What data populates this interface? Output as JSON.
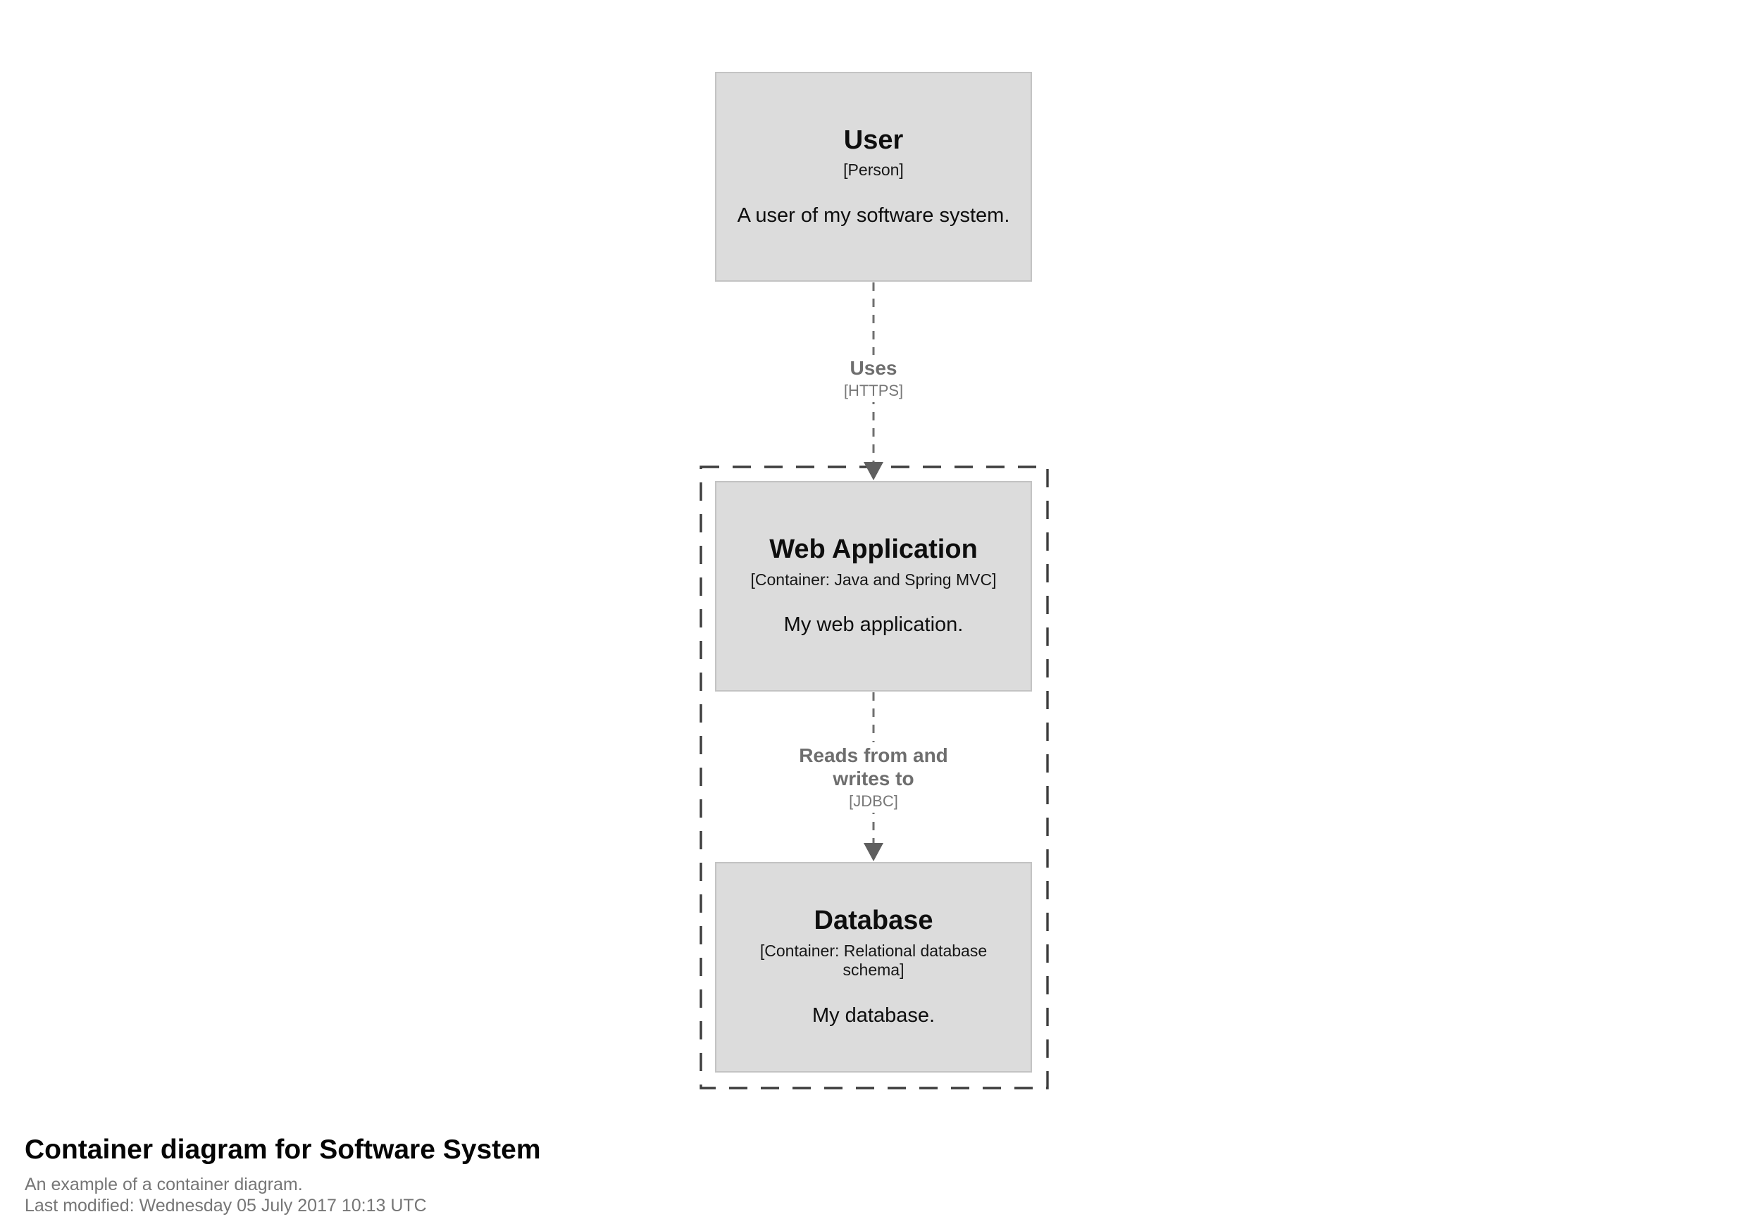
{
  "diagram": {
    "nodes": [
      {
        "id": "user",
        "title": "User",
        "meta": "[Person]",
        "description": "A user of my software system."
      },
      {
        "id": "web-application",
        "title": "Web Application",
        "meta": "[Container: Java and Spring MVC]",
        "description": "My web application."
      },
      {
        "id": "database",
        "title": "Database",
        "meta": "[Container: Relational database schema]",
        "description": "My database."
      }
    ],
    "relationships": [
      {
        "label": "Uses",
        "technology": "[HTTPS]"
      },
      {
        "label": "Reads from and writes to",
        "technology": "[JDBC]"
      }
    ],
    "icons": {
      "arrowhead": "filled-triangle-down"
    },
    "colors": {
      "node_fill": "#dcdcdc",
      "node_border": "#c3c3c3",
      "node_text": "#0e0e0e",
      "relationship_line": "#6f6f6f",
      "relationship_text": "#6e6e6e",
      "boundary_dash": "#3d3d3d",
      "background": "#ffffff",
      "footer_text": "#767676"
    }
  },
  "footer": {
    "title": "Container diagram for Software System",
    "description": "An example of a container diagram.",
    "last_modified": "Last modified: Wednesday 05 July 2017 10:13 UTC"
  }
}
